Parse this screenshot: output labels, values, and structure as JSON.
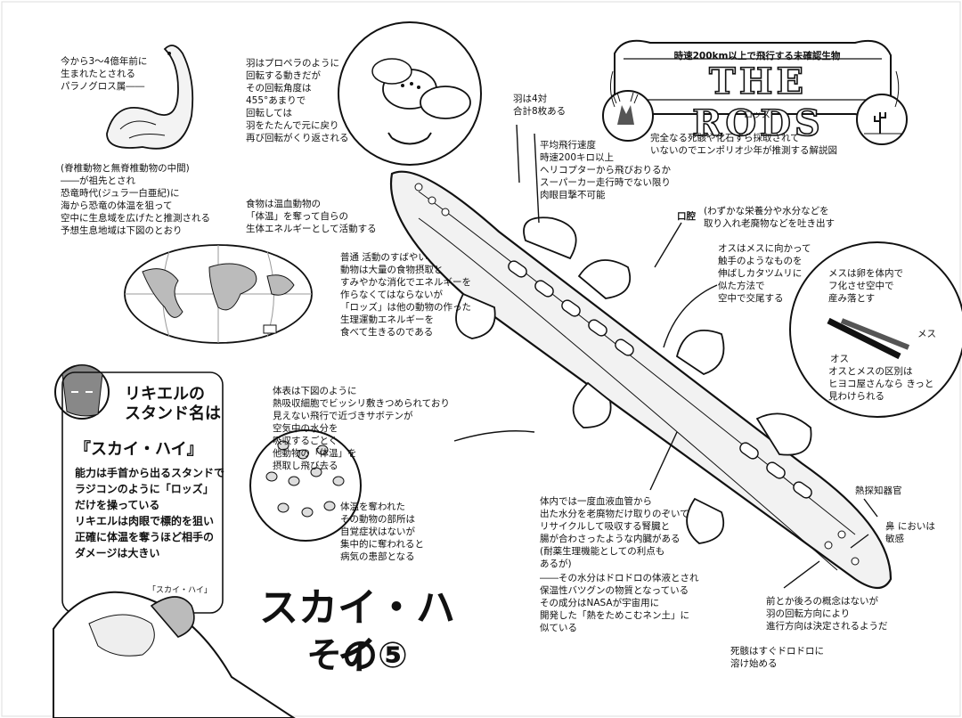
{
  "title": {
    "banner_sub": "時速200km以上で飛行する未確認生物",
    "banner_main": "THE RODS",
    "banner_kana": "ロッズ",
    "chapter_main": "スカイ・ハイ",
    "chapter_sub": "その⑤"
  },
  "annotations": {
    "paranogloss": "今から3～4億年前に\n生まれたとされる\nパラノグロス属――",
    "origin": "(脊椎動物と無脊椎動物の中間)\n――が祖先とされ\n恐竜時代(ジュラ一白亜紀)に\n海から恐竜の体温を狙って\n空中に生息域を広げたと推測される\n予想生息地域は下図のとおり",
    "wings_rotation": "羽はプロペラのように\n回転する動きだが\nその回転角度は\n455°あまりで\n回転しては\n羽をたたんで元に戻り\n再び回転がくり返される",
    "wing_count": "羽は4対\n合計8枚ある",
    "flight_speed": "平均飛行速度\n時速200キロ以上\nヘリコプターから飛びおりるか\nスーパーカー走行時でない限り\n肉眼目撃不可能",
    "unconfirmed": "完全なる死骸や化石すら採取されて\nいないのでエンポリオ少年が推測する解説図",
    "food": "食物は温血動物の\n「体温」を奪って自らの\n生体エネルギーとして活動する",
    "normal_animals": "普通 活動のすばやい\n動物は大量の食物摂取と\nすみやかな消化でエネルギーを\n作らなくてはならないが\n「ロッズ」は他の動物の作った\n生理運動エネルギーを\n食べて生きるのである",
    "mouth_label": "口腔",
    "mouth_desc": "(わずかな栄養分や水分などを\n取り入れ老廃物などを吐き出す",
    "mating": "オスはメスに向かって\n触手のようなものを\n伸ばしカタツムリに\n似た方法で\n空中で交尾する",
    "eggs": "メスは卵を体内で\nフ化させ空中で\n産み落とす",
    "male_label": "オス",
    "female_label": "メス",
    "sexing": "オスとメスの区別は\nヒヨコ屋さんなら きっと\n見わけられる",
    "body_surface": "体表は下図のように\n熱吸収細胞でビッシリ敷きつめられており\n見えない飛行で近づきサボテンが\n空気中の水分を\n吸収するごとく\n他動物の「体温」を\n摂取し飛び去る",
    "heat_loss": "体温を奪われた\nその動物の部所は\n自覚症状はないが\n集中的に奪われると\n病気の患部となる",
    "internal_tube": "体内では一度血液血管から\n出た水分を老廃物だけ取りのぞいて\nリサイクルして吸収する腎臓と\n腸が合わさったような内臓がある\n(耐薬生理機能としての利点も\nあるが)",
    "nasa": "――その水分はドロドロの体液とされ\n保温性バツグンの物質となっている\nその成分はNASAが宇宙用に\n開発した「熱をためこむネン土」に\n似ている",
    "heat_sensor": "熱探知器官",
    "nose": "鼻 においは\n敏感",
    "direction": "前とか後ろの概念はないが\n羽の回転方向により\n進行方向は決定されるようだ",
    "corpse": "死骸はすぐドロドロに\n溶け始める"
  },
  "stand": {
    "heading": "リキエルの\nスタンド名は",
    "name": "『スカイ・ハイ』",
    "description": "能力は手首から出るスタンドで\nラジコンのように「ロッズ」\nだけを操っている\nリキエルは肉眼で標的を狙い\n正確に体温を奪うほど相手の\nダメージは大きい",
    "label": "「スカイ・ハイ」"
  }
}
